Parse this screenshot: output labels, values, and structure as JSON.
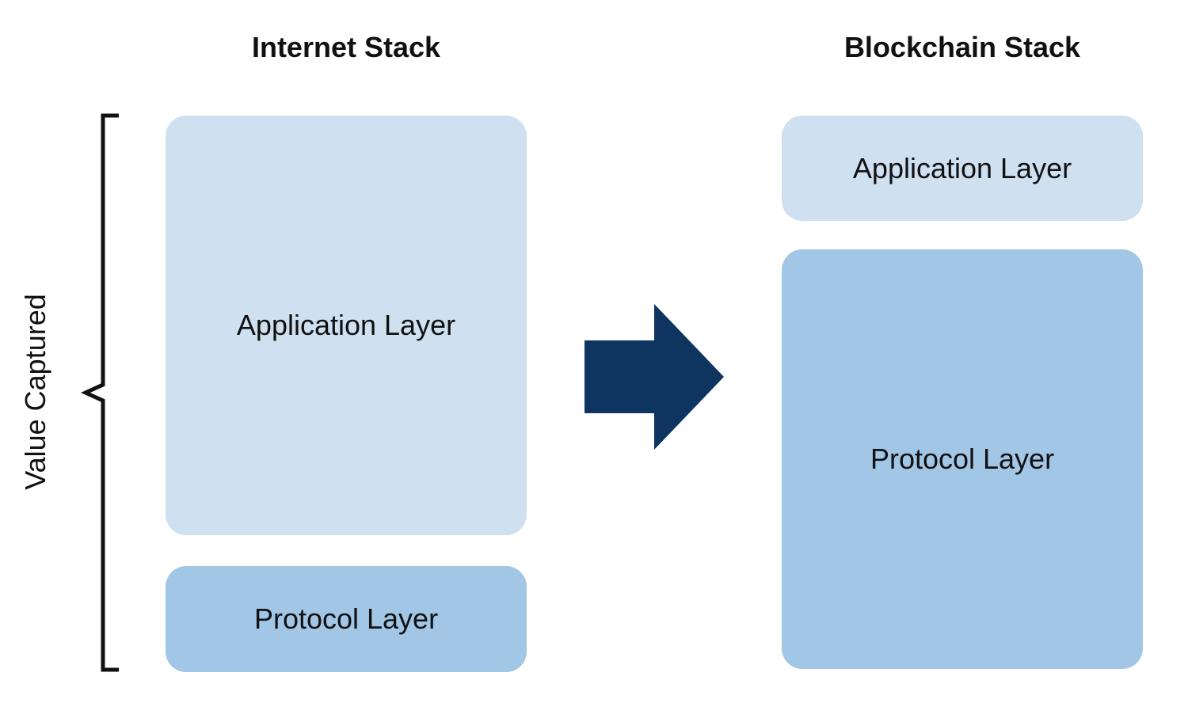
{
  "internet_stack": {
    "title": "Internet Stack",
    "application_layer": "Application Layer",
    "protocol_layer": "Protocol Layer"
  },
  "blockchain_stack": {
    "title": "Blockchain Stack",
    "application_layer": "Application Layer",
    "protocol_layer": "Protocol Layer"
  },
  "value_axis": {
    "label": "Value Captured"
  },
  "colors": {
    "application_fill": "#cfe0f1",
    "protocol_fill": "#a2c6e6",
    "arrow_fill": "#0d3560",
    "text": "#111111"
  },
  "icons": {
    "transition": "right-arrow-icon",
    "bracket": "curly-bracket-icon"
  }
}
